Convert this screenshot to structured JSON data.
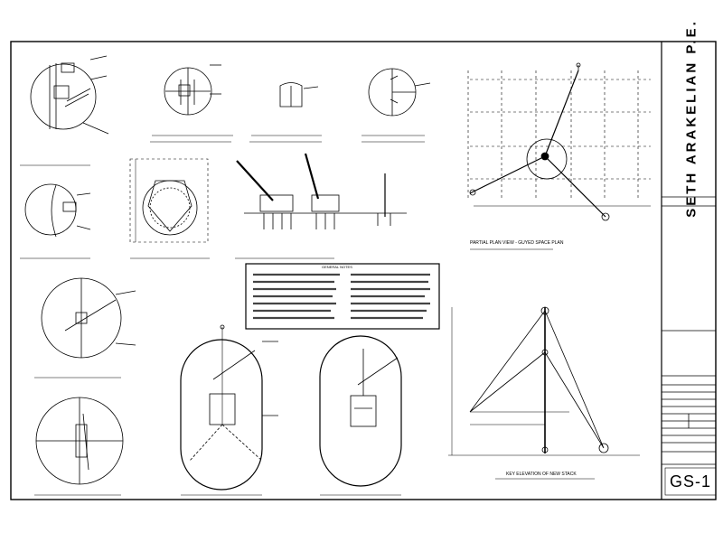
{
  "title_block": {
    "firm_name": "SETH ARAKELIAN P.E.",
    "sheet_number": "GS-1"
  },
  "views": {
    "partial_plan_view": "PARTIAL PLAN VIEW - GUYED SPACE PLAN",
    "key_elevation": "KEY ELEVATION OF NEW STACK",
    "general_notes_title": "GENERAL NOTES"
  }
}
